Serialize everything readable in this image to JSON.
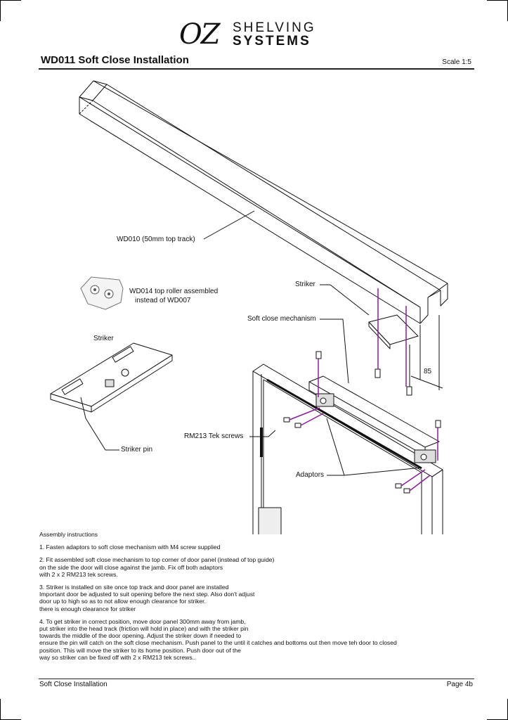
{
  "logo": {
    "mark": "OZ",
    "line1": "SHELVING",
    "line2": "SYSTEMS"
  },
  "header": {
    "title": "WD011 Soft Close Installation",
    "scale": "Scale 1:5"
  },
  "labels": {
    "top_track": "WD010 (50mm top track)",
    "roller_line1": "WD014 top roller assembled",
    "roller_line2": "instead of WD007",
    "striker_top": "Striker",
    "soft_close": "Soft close mechanism",
    "striker_left": "Striker",
    "dimension": "85",
    "tek_screws": "RM213 Tek screws",
    "striker_pin": "Striker pin",
    "adaptors": "Adaptors"
  },
  "instructions": {
    "heading": "Assembly instructions",
    "steps": [
      [
        "1. Fasten adaptors to soft close mechanism with M4 screw supplied"
      ],
      [
        "2. Fit assembled soft close mechanism to top corner of door panel (instead of top guide)",
        "on the side the door will close against the jamb. Fix off both adaptors",
        "with 2 x 2 RM213 tek screws."
      ],
      [
        "3. Striker is installed on site once top track and door panel are installed",
        "Important door be adjusted to suit opening before the next step. Also don't adjust",
        "door up to high so as to not allow enough clearance for striker.",
        "there is enough clearance for striker"
      ],
      [
        "4. To get striker in correct position, move door panel 300mm away from jamb,",
        "put striker into the head track (friction will hold in place) and with the striker pin",
        "towards the middle of the door opening. Adjust the striker down if needed to",
        "ensure the pin will catch on the soft close mechanism. Push panel to the until it catches and bottoms out then move teh door to closed",
        "position. This will move the striker to its home position. Push door out of the",
        "way so striker can be fixed off with 2 x RM213 tek screws.."
      ]
    ]
  },
  "footer": {
    "left": "Soft Close Installation",
    "right": "Page 4b"
  },
  "colors": {
    "accent_lines": "#8b1c9c",
    "ink": "#111111"
  }
}
